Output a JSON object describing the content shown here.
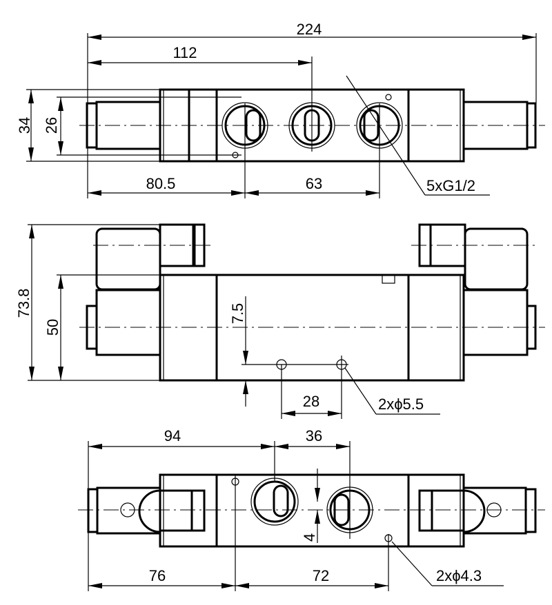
{
  "drawing": {
    "title": "5/2 solenoid valve dimension drawing",
    "colors": {
      "line": "#000000",
      "background": "#ffffff"
    },
    "top_view": {
      "overall_length": "224",
      "center_to_port": "112",
      "height_outer": "34",
      "height_inner": "26",
      "left_to_port": "80.5",
      "port_spacing": "63",
      "port_callout": "5xG1/2"
    },
    "front_view": {
      "overall_height": "73.8",
      "body_height": "50",
      "hole_offset": "7.5",
      "hole_spacing": "28",
      "hole_callout": "2xϕ5.5"
    },
    "bottom_view": {
      "left_to_port": "94",
      "port_spacing": "36",
      "port_offset": "4",
      "left_to_hole": "76",
      "hole_spacing": "72",
      "hole_callout": "2xϕ4.3"
    }
  }
}
